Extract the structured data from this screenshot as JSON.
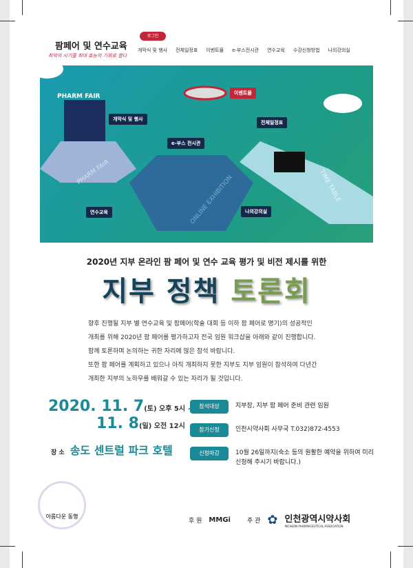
{
  "header": {
    "brand": "팜페어 및 연수교육",
    "slogan": "최악의 시기를 최대 효능의 기회로 열다",
    "login": "로그인",
    "nav": [
      "개막식 및 행사",
      "전체일정표",
      "이벤트몰",
      "e-부스전시관",
      "연수교육",
      "수강신청방법",
      "나의강의실"
    ]
  },
  "hero": {
    "banner": "PHARM FAIR",
    "labels": {
      "opening": "개막식 및 행사",
      "event": "이벤트몰",
      "schedule": "전체일정표",
      "ebooth": "e-부스 전시관",
      "education": "연수교육",
      "myroom": "나의강의실"
    },
    "floor_texts": {
      "pharm": "PHARM FAIR",
      "online": "ONLINE EXHIBITION",
      "time": "TIME TABLE"
    }
  },
  "subtitle": "2020년 지부 온라인 팜 페어 및 연수 교육 평가 및 비전 제시를 위한",
  "title": {
    "part1": "지부 정책",
    "part2": "토론회"
  },
  "body": [
    "향후 진행될 지부 별 연수교육 및 팜페어(학술 대회 등 이하 팜 페어로 명기)의 성공적인",
    "개최를 위해 2020년 팜 페어를 평가하고자 전국 임원 워크샵을 아래와 같이 진행합니다.",
    "함께 토론하며 논의하는 귀한 자리에 많은 참석 바랍니다.",
    "또한 팜 페어를 계획하고 있으나 아직 개최하지 못한 지부도 지부 임원이 참석하여 다년간",
    "개최한 지부의 노하우를 배워갈 수 있는 자리가 될 것입니다."
  ],
  "schedule": {
    "date1": "2020. 11. 7",
    "day1": "(토) 오후  5시 ~",
    "date2": "11. 8",
    "day2": "(일) 오전 12시",
    "place_label": "장 소",
    "place": "송도 센트럴 파크 호텔"
  },
  "info": [
    {
      "label": "참석대상",
      "text": "지부장, 지부 팜 페어 준비 관련 임원"
    },
    {
      "label": "참가신청",
      "text": "인천시약사회 사무국  T.032)872-4553"
    },
    {
      "label": "신청마감",
      "text": "10월 26일까지(숙소 등의 원활한 예약을 위하여 미리 신청해 주시기 바랍니다.)"
    }
  ],
  "footer": {
    "logo_text": "아름다운 동행",
    "sponsor_label": "후 원",
    "sponsor": "MMGi",
    "host_label": "주 관",
    "host": "인천광역시약사회",
    "host_en": "INCHEON PHARMACEUTICAL ASSOCIATION"
  },
  "colors": {
    "teal": "#1a8a96",
    "navy": "#14435a",
    "green": "#7a9b52",
    "red": "#c0283a"
  }
}
